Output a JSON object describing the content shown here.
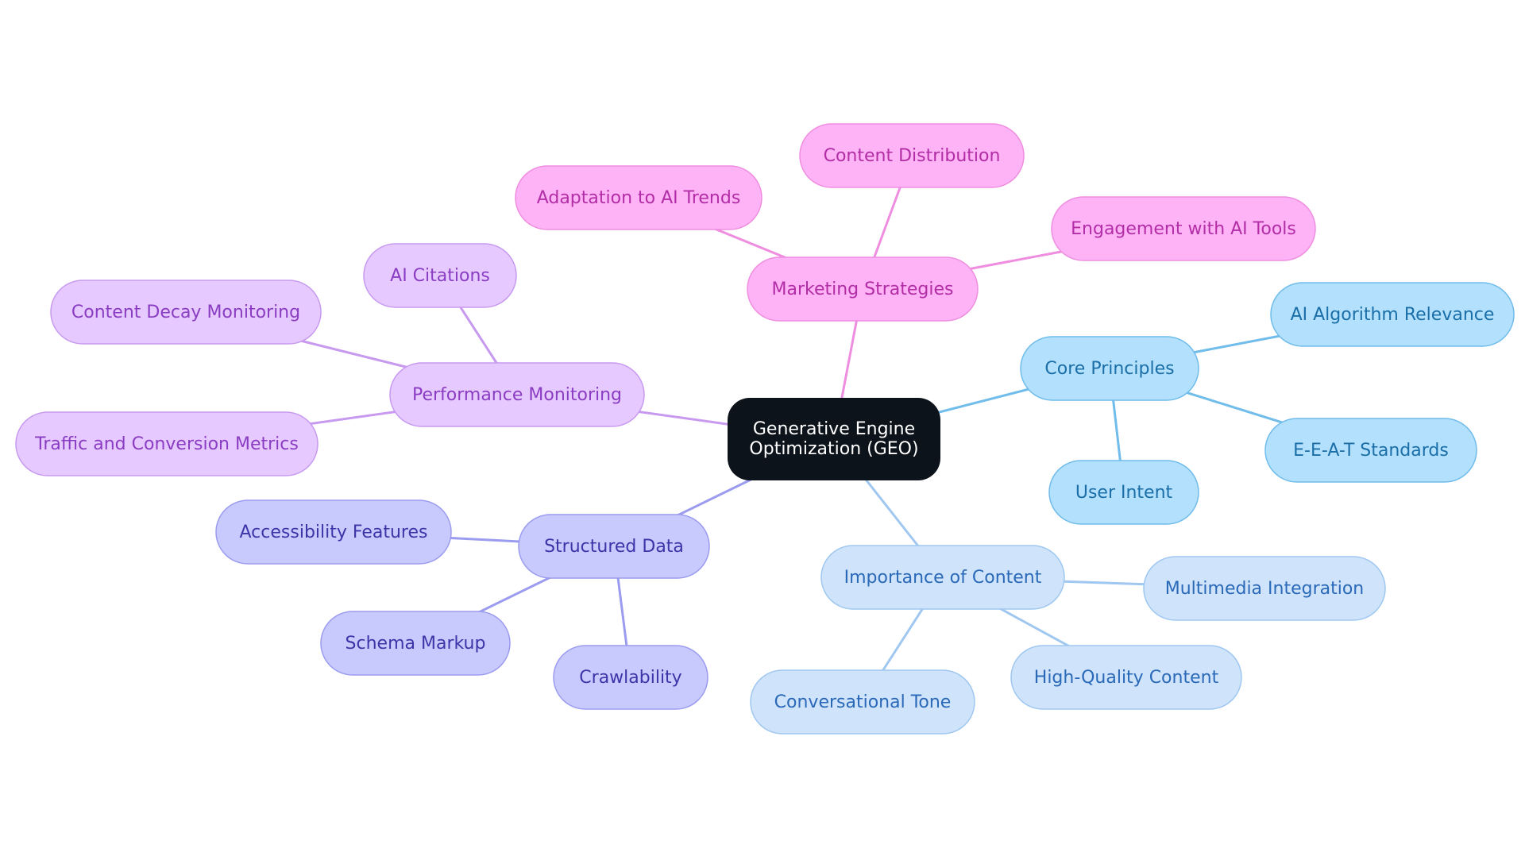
{
  "root": {
    "label_line1": "Generative Engine",
    "label_line2": "Optimization (GEO)",
    "fill": "#0d131b",
    "text_color": "#ffffff"
  },
  "branches": [
    {
      "id": "core-principles",
      "label": "Core Principles",
      "color": {
        "fill": "#b3e0fc",
        "stroke": "#70bceb",
        "text": "#1b6fa8",
        "edge": "#70bceb"
      },
      "children": [
        {
          "id": "ai-algorithm-relevance",
          "label": "AI Algorithm Relevance"
        },
        {
          "id": "e-e-a-t-standards",
          "label": "E-E-A-T Standards"
        },
        {
          "id": "user-intent",
          "label": "User Intent"
        }
      ]
    },
    {
      "id": "importance-of-content",
      "label": "Importance of Content",
      "color": {
        "fill": "#cfe3fb",
        "stroke": "#9fc7f0",
        "text": "#2a69b8",
        "edge": "#9fc7f0"
      },
      "children": [
        {
          "id": "multimedia-integration",
          "label": "Multimedia Integration"
        },
        {
          "id": "high-quality-content",
          "label": "High-Quality Content"
        },
        {
          "id": "conversational-tone",
          "label": "Conversational Tone"
        }
      ]
    },
    {
      "id": "structured-data",
      "label": "Structured Data",
      "color": {
        "fill": "#c8cafd",
        "stroke": "#9b9cef",
        "text": "#3b35a8",
        "edge": "#9b9cef"
      },
      "children": [
        {
          "id": "accessibility-features",
          "label": "Accessibility Features"
        },
        {
          "id": "schema-markup",
          "label": "Schema Markup"
        },
        {
          "id": "crawlability",
          "label": "Crawlability"
        }
      ]
    },
    {
      "id": "performance-monitoring",
      "label": "Performance Monitoring",
      "color": {
        "fill": "#e6caff",
        "stroke": "#c79af0",
        "text": "#8a3cc2",
        "edge": "#c79af0"
      },
      "children": [
        {
          "id": "ai-citations",
          "label": "AI Citations"
        },
        {
          "id": "content-decay-monitoring",
          "label": "Content Decay Monitoring"
        },
        {
          "id": "traffic-and-conversion-metrics",
          "label": "Traffic and Conversion Metrics"
        }
      ]
    },
    {
      "id": "marketing-strategies",
      "label": "Marketing Strategies",
      "color": {
        "fill": "#fdb3f5",
        "stroke": "#ef8ee0",
        "text": "#b22da6",
        "edge": "#ef8ee0"
      },
      "children": [
        {
          "id": "adaptation-to-ai-trends",
          "label": "Adaptation to AI Trends"
        },
        {
          "id": "content-distribution",
          "label": "Content Distribution"
        },
        {
          "id": "engagement-with-ai-tools",
          "label": "Engagement with AI Tools"
        }
      ]
    }
  ]
}
